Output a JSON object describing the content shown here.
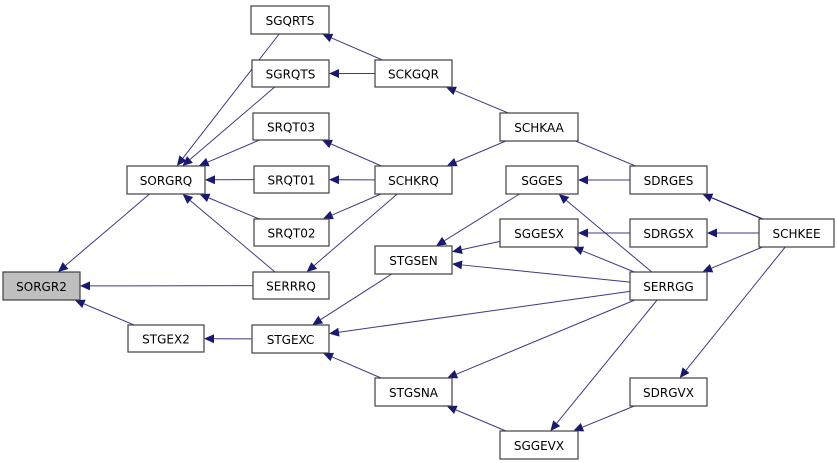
{
  "diagram": {
    "root": "SORGR2",
    "colors": {
      "edge": "#191970",
      "root_fill": "#bfbfbf",
      "node_fill": "#ffffff",
      "border": "#404040"
    },
    "nodes": [
      "SORGR2",
      "SORGRQ",
      "STGEX2",
      "SGQRTS",
      "SGRQTS",
      "SRQT03",
      "SRQT01",
      "SRQT02",
      "SERRRQ",
      "STGEXC",
      "SCKGQR",
      "SCHKAA",
      "SCHKRQ",
      "STGSEN",
      "STGSNA",
      "SGGES",
      "SGGESX",
      "SGGEVX",
      "SDRGES",
      "SDRGSX",
      "SERRGG",
      "SDRGVX",
      "SCHKEE"
    ],
    "edges": [
      [
        "SORGRQ",
        "SORGR2"
      ],
      [
        "SERRRQ",
        "SORGR2"
      ],
      [
        "STGEX2",
        "SORGR2"
      ],
      [
        "SGQRTS",
        "SORGRQ"
      ],
      [
        "SGRQTS",
        "SORGRQ"
      ],
      [
        "SRQT03",
        "SORGRQ"
      ],
      [
        "SRQT01",
        "SORGRQ"
      ],
      [
        "SRQT02",
        "SORGRQ"
      ],
      [
        "SERRRQ",
        "SORGRQ"
      ],
      [
        "STGEXC",
        "STGEX2"
      ],
      [
        "SCKGQR",
        "SGQRTS"
      ],
      [
        "SCKGQR",
        "SGRQTS"
      ],
      [
        "SCHKRQ",
        "SRQT03"
      ],
      [
        "SCHKRQ",
        "SRQT01"
      ],
      [
        "SCHKRQ",
        "SRQT02"
      ],
      [
        "SCHKRQ",
        "SERRRQ"
      ],
      [
        "SCHKAA",
        "SCHKRQ"
      ],
      [
        "SCHKEE",
        "SCKGQR"
      ],
      [
        "STGSEN",
        "STGEXC"
      ],
      [
        "SERRGG",
        "STGEXC"
      ],
      [
        "STGSNA",
        "STGEXC"
      ],
      [
        "SGGES",
        "STGSEN"
      ],
      [
        "SGGESX",
        "STGSEN"
      ],
      [
        "SERRGG",
        "STGSEN"
      ],
      [
        "SERRGG",
        "STGSNA"
      ],
      [
        "SGGEVX",
        "STGSNA"
      ],
      [
        "SDRGES",
        "SGGES"
      ],
      [
        "SERRGG",
        "SGGES"
      ],
      [
        "SDRGSX",
        "SGGESX"
      ],
      [
        "SERRGG",
        "SGGESX"
      ],
      [
        "SERRGG",
        "SGGEVX"
      ],
      [
        "SDRGVX",
        "SGGEVX"
      ],
      [
        "SCHKEE",
        "SDRGES"
      ],
      [
        "SCHKEE",
        "SDRGSX"
      ],
      [
        "SCHKEE",
        "SERRGG"
      ],
      [
        "SCHKEE",
        "SDRGVX"
      ]
    ]
  }
}
